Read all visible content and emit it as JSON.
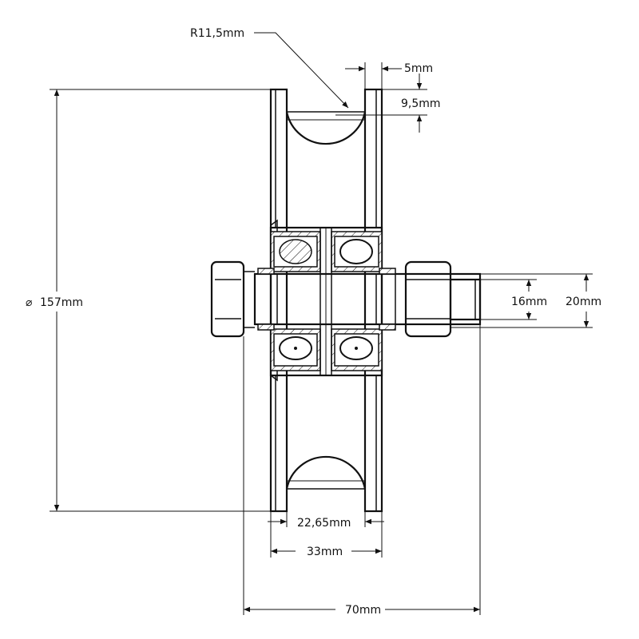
{
  "dimensions": {
    "radius": "R11,5mm",
    "flange_width": "5mm",
    "groove_depth": "9,5mm",
    "outer_diameter": "157mm",
    "shaft_diameter": "16mm",
    "nut_width": "20mm",
    "groove_width": "22,65mm",
    "wheel_width": "33mm",
    "total_length": "70mm"
  },
  "diameter_symbol": "⌀"
}
